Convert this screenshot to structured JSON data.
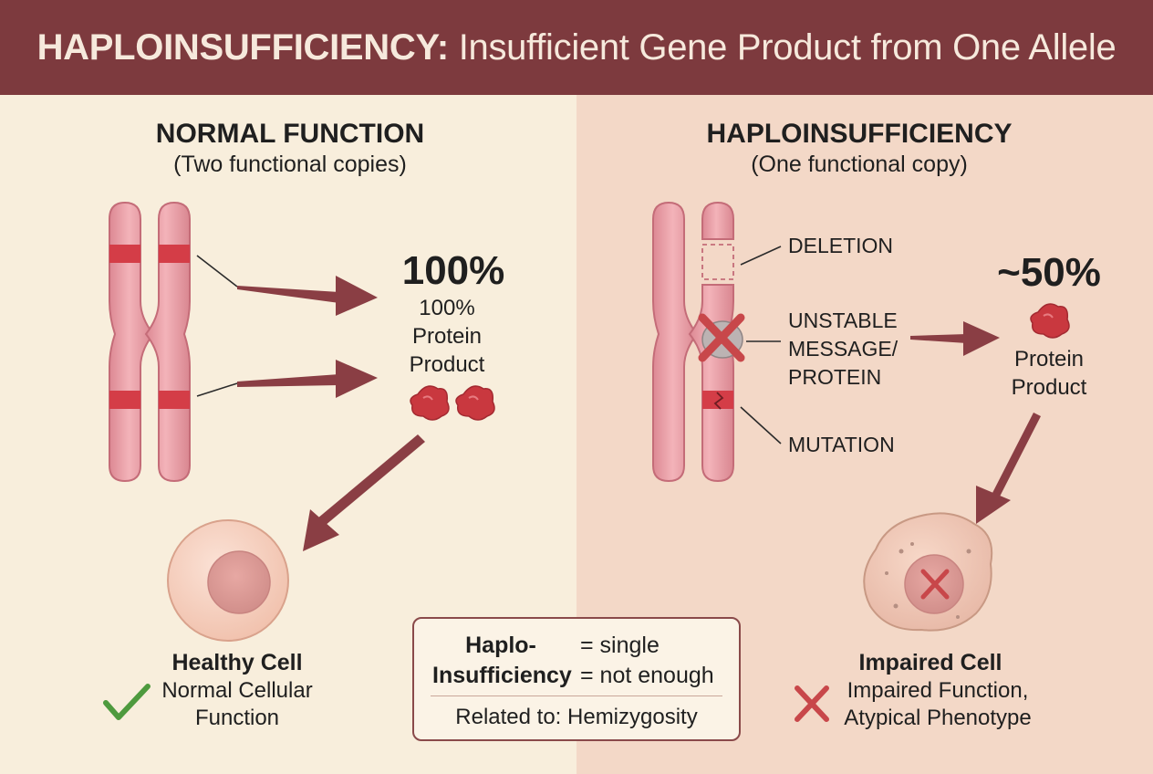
{
  "header": {
    "title_strong": "HAPLOINSUFFICIENCY:",
    "title_rest": " Insufficient Gene Product from One Allele"
  },
  "left": {
    "title": "NORMAL FUNCTION",
    "subtitle": "(Two functional copies)",
    "percent": "100%",
    "product_lines": [
      "100%",
      "Protein",
      "Product"
    ],
    "cell_title": "Healthy Cell",
    "cell_desc": [
      "Normal Cellular",
      "Function"
    ],
    "check_icon": "check-icon",
    "check_color": "#4e9a3e"
  },
  "right": {
    "title": "HAPLOINSUFFICIENCY",
    "subtitle": "(One functional copy)",
    "labels": {
      "deletion": "DELETION",
      "unstable": [
        "UNSTABLE",
        "MESSAGE/",
        "PROTEIN"
      ],
      "mutation": "MUTATION"
    },
    "percent": "~50%",
    "product_lines": [
      "Protein",
      "Product"
    ],
    "cell_title": "Impaired Cell",
    "cell_desc": [
      "Impaired Function,",
      "Atypical Phenotype"
    ],
    "cross_icon": "cross-icon",
    "cross_color": "#c8474a"
  },
  "definition": {
    "term_1": "Haplo-",
    "term_2": "Insufficiency",
    "meaning_1": "= single",
    "meaning_2": "= not enough",
    "related": "Related to: Hemizygosity"
  },
  "colors": {
    "header_bg": "#7d3a3e",
    "left_bg": "#f8eedc",
    "right_bg": "#f3d8c7",
    "chromosome": "#eba1a9",
    "band": "#d43d47",
    "arrow": "#8a3e44",
    "protein": "#c9383f"
  }
}
